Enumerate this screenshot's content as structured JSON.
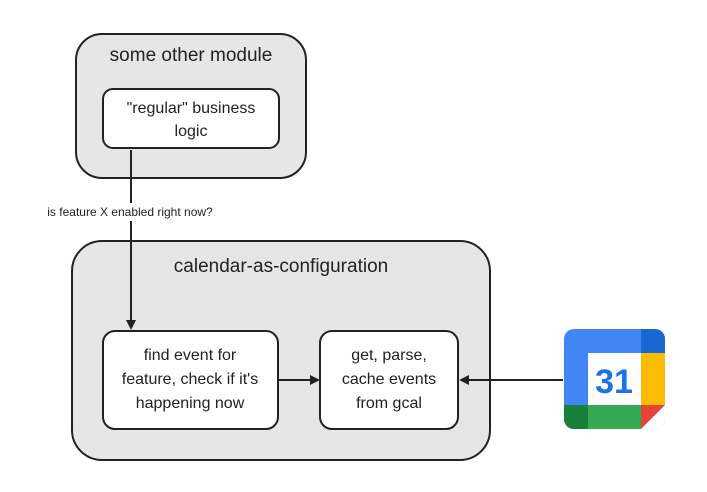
{
  "modules": {
    "other": {
      "title": "some other module",
      "box": {
        "lines": [
          "\"regular\" business",
          "logic"
        ]
      }
    },
    "cal": {
      "title": "calendar-as-configuration",
      "find": {
        "lines": [
          "find event for",
          "feature, check if it's",
          "happening now"
        ]
      },
      "fetch": {
        "lines": [
          "get, parse,",
          "cache events",
          "from gcal"
        ]
      }
    }
  },
  "edges": {
    "query": {
      "label": "is feature X enabled right now?"
    }
  },
  "gcal": {
    "icon": "google-calendar-icon",
    "number": "31",
    "colors": {
      "blue": "#4285f4",
      "darkblue": "#1967d2",
      "yellow": "#fbbc04",
      "green": "#34a853",
      "darkgreen": "#188038",
      "red": "#ea4335"
    }
  },
  "colors": {
    "container": "#e6e6e6",
    "stroke": "#222222",
    "box": "#ffffff"
  }
}
